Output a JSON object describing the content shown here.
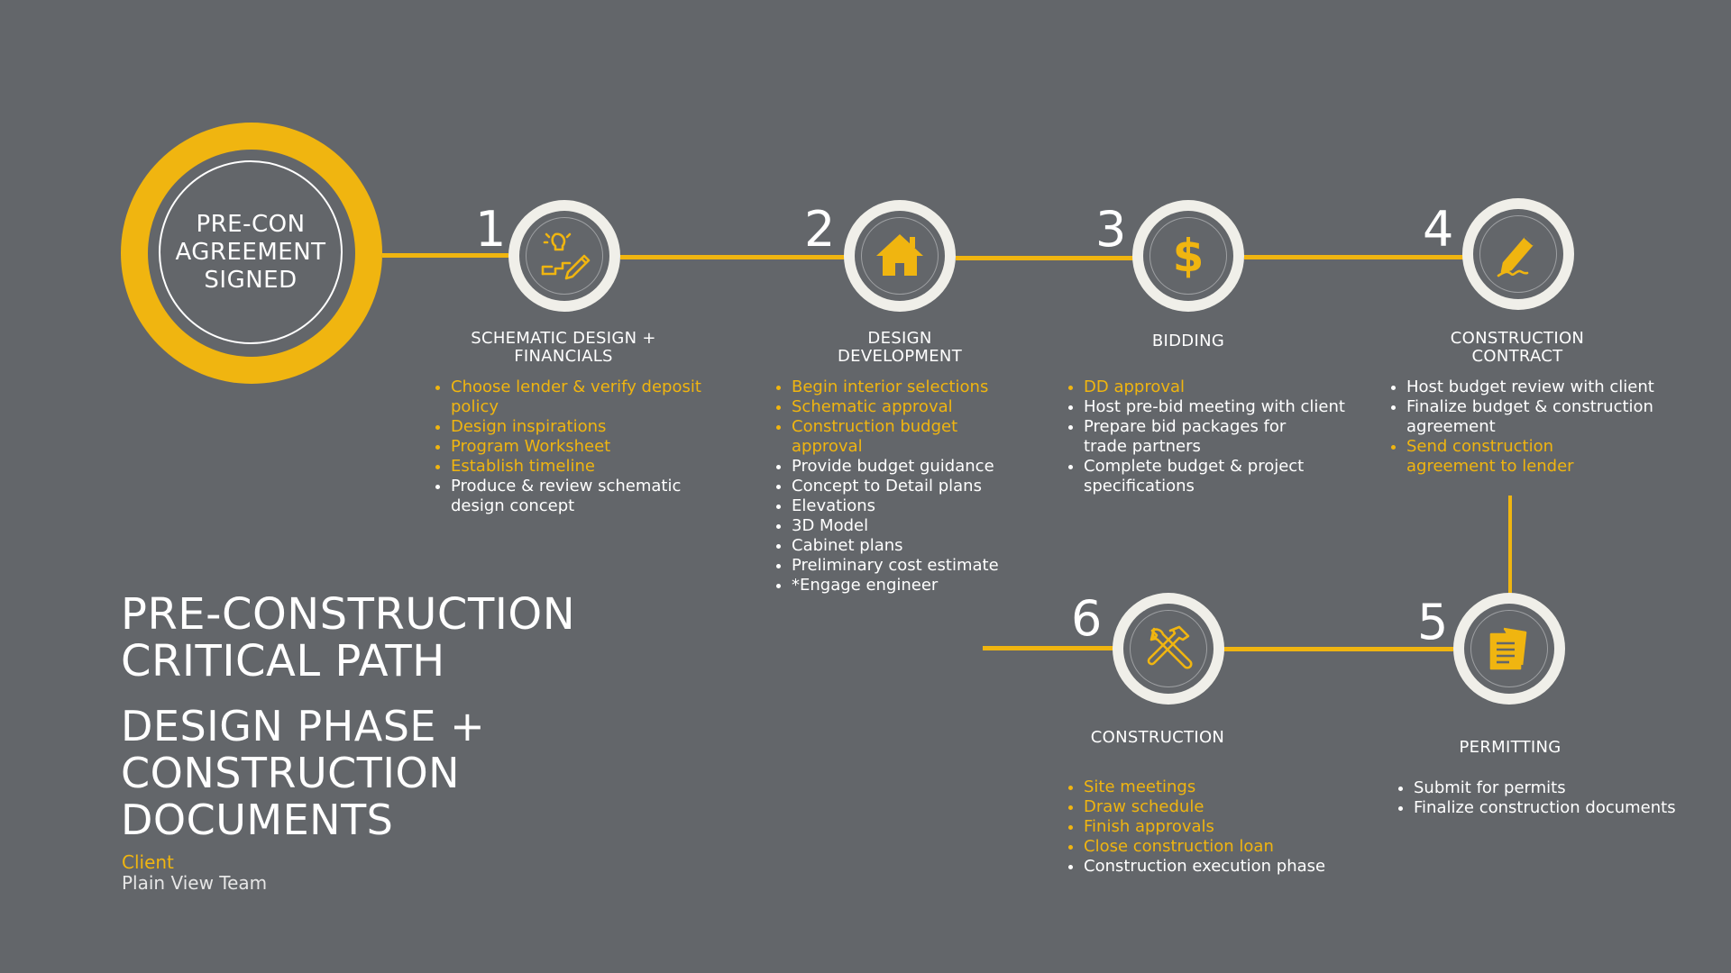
{
  "colors": {
    "background": "#63666a",
    "accent": "#f0b510",
    "node": "#f0efe9",
    "client_text": "#f0b510",
    "team_text": "#ffffff"
  },
  "start": {
    "label_lines": [
      "PRE-CON",
      "AGREEMENT",
      "SIGNED"
    ]
  },
  "steps": [
    {
      "number": "1",
      "icon": "lightbulb-pencil-icon",
      "title_lines": [
        "SCHEMATIC DESIGN +",
        "FINANCIALS"
      ],
      "tasks": [
        {
          "text": "Choose lender & verify deposit policy",
          "owner": "client"
        },
        {
          "text": "Design inspirations",
          "owner": "client"
        },
        {
          "text": "Program Worksheet",
          "owner": "client"
        },
        {
          "text": "Establish timeline",
          "owner": "client"
        },
        {
          "text": "Produce & review schematic design concept",
          "owner": "team"
        }
      ]
    },
    {
      "number": "2",
      "icon": "house-icon",
      "title_lines": [
        "DESIGN",
        "DEVELOPMENT"
      ],
      "tasks": [
        {
          "text": "Begin interior selections",
          "owner": "client"
        },
        {
          "text": "Schematic approval",
          "owner": "client"
        },
        {
          "text": "Construction budget approval",
          "owner": "client"
        },
        {
          "text": "Provide budget guidance",
          "owner": "team"
        },
        {
          "text": "Concept to Detail plans",
          "owner": "team"
        },
        {
          "text": "Elevations",
          "owner": "team"
        },
        {
          "text": "3D Model",
          "owner": "team"
        },
        {
          "text": "Cabinet plans",
          "owner": "team"
        },
        {
          "text": "Preliminary cost estimate",
          "owner": "team"
        },
        {
          "text": "*Engage engineer",
          "owner": "team"
        }
      ]
    },
    {
      "number": "3",
      "icon": "dollar-icon",
      "title_lines": [
        "BIDDING"
      ],
      "tasks": [
        {
          "text": "DD approval",
          "owner": "client"
        },
        {
          "text": "Host pre-bid meeting with client",
          "owner": "team"
        },
        {
          "text": "Prepare bid packages for trade partners",
          "owner": "team"
        },
        {
          "text": "Complete budget & project specifications",
          "owner": "team"
        }
      ]
    },
    {
      "number": "4",
      "icon": "pen-signature-icon",
      "title_lines": [
        "CONSTRUCTION",
        "CONTRACT"
      ],
      "tasks": [
        {
          "text": "Host budget review with client",
          "owner": "team"
        },
        {
          "text": "Finalize budget & construction agreement",
          "owner": "team"
        },
        {
          "text": "Send construction agreement to lender",
          "owner": "client"
        }
      ]
    },
    {
      "number": "5",
      "icon": "documents-icon",
      "title_lines": [
        "PERMITTING"
      ],
      "tasks": [
        {
          "text": "Submit for permits",
          "owner": "team"
        },
        {
          "text": "Finalize construction documents",
          "owner": "team"
        }
      ]
    },
    {
      "number": "6",
      "icon": "hammer-wrench-icon",
      "title_lines": [
        "CONSTRUCTION"
      ],
      "tasks": [
        {
          "text": "Site meetings",
          "owner": "client"
        },
        {
          "text": "Draw schedule",
          "owner": "client"
        },
        {
          "text": "Finish approvals",
          "owner": "client"
        },
        {
          "text": "Close construction loan",
          "owner": "client"
        },
        {
          "text": "Construction execution phase",
          "owner": "team"
        }
      ]
    }
  ],
  "title": {
    "line1": "PRE-CONSTRUCTION",
    "line2": "CRITICAL PATH"
  },
  "subtitle": {
    "line1": "DESIGN PHASE +",
    "line2": "CONSTRUCTION",
    "line3": "DOCUMENTS"
  },
  "legend": {
    "client": "Client",
    "team": "Plain View Team"
  }
}
